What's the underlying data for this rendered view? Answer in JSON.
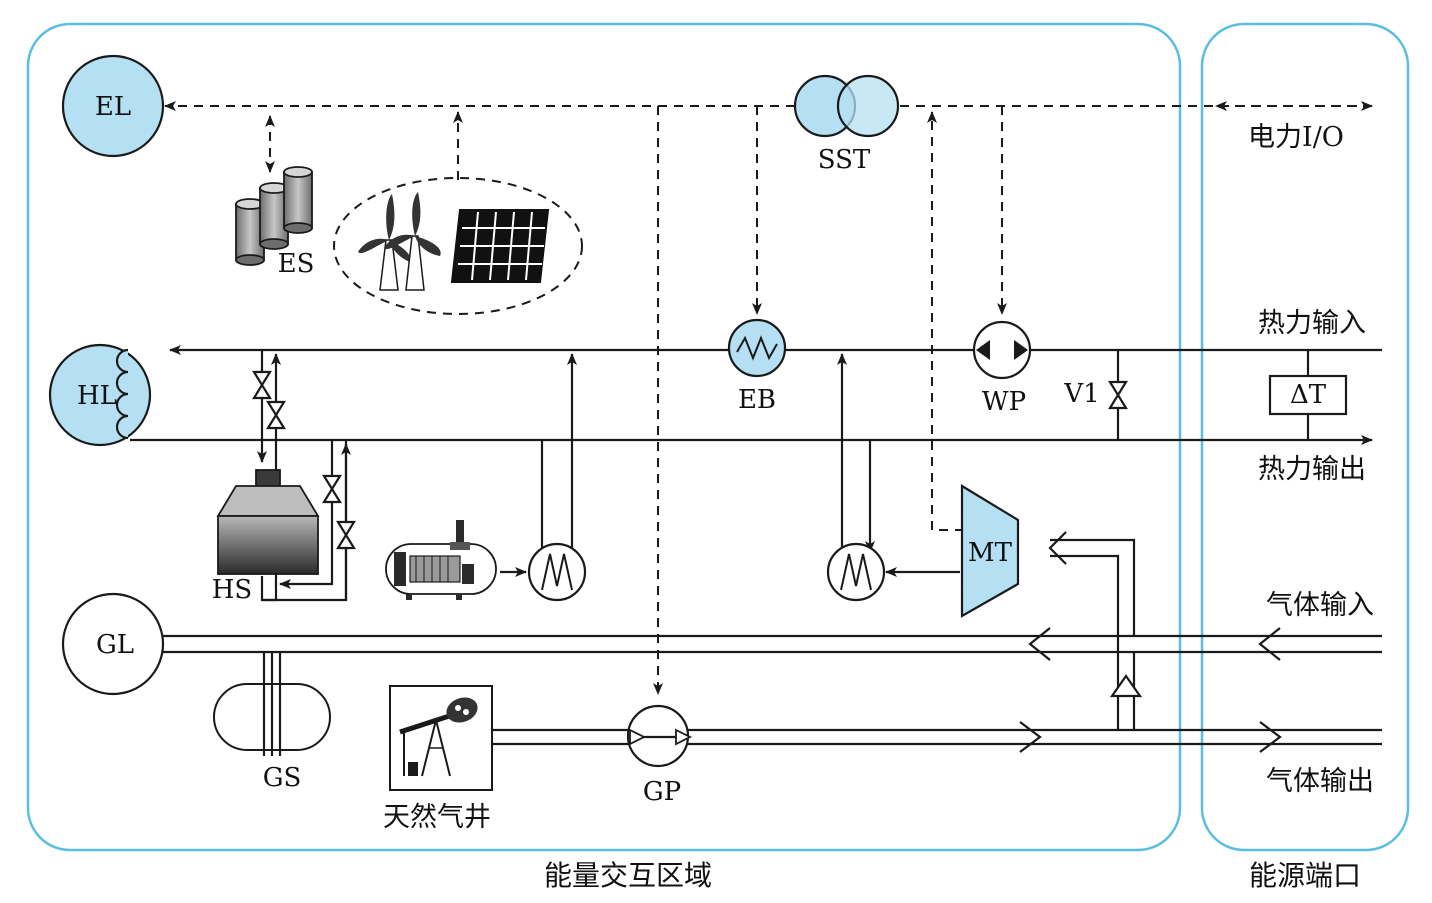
{
  "regions": {
    "interaction": "能量交互区域",
    "ports": "能源端口"
  },
  "nodes": {
    "el": "EL",
    "hl": "HL",
    "gl": "GL",
    "sst": "SST",
    "es": "ES",
    "eb": "EB",
    "wp": "WP",
    "v1": "V1",
    "hs": "HS",
    "mt": "MT",
    "gs": "GS",
    "gp": "GP",
    "well": "天然气井",
    "dt": "ΔT"
  },
  "ports": {
    "power_io": "电力I/O",
    "heat_in": "热力输入",
    "heat_out": "热力输出",
    "gas_in": "气体输入",
    "gas_out": "气体输出"
  },
  "colors": {
    "region_border": "#5bbde4",
    "component_fill": "#b5e0f3"
  }
}
